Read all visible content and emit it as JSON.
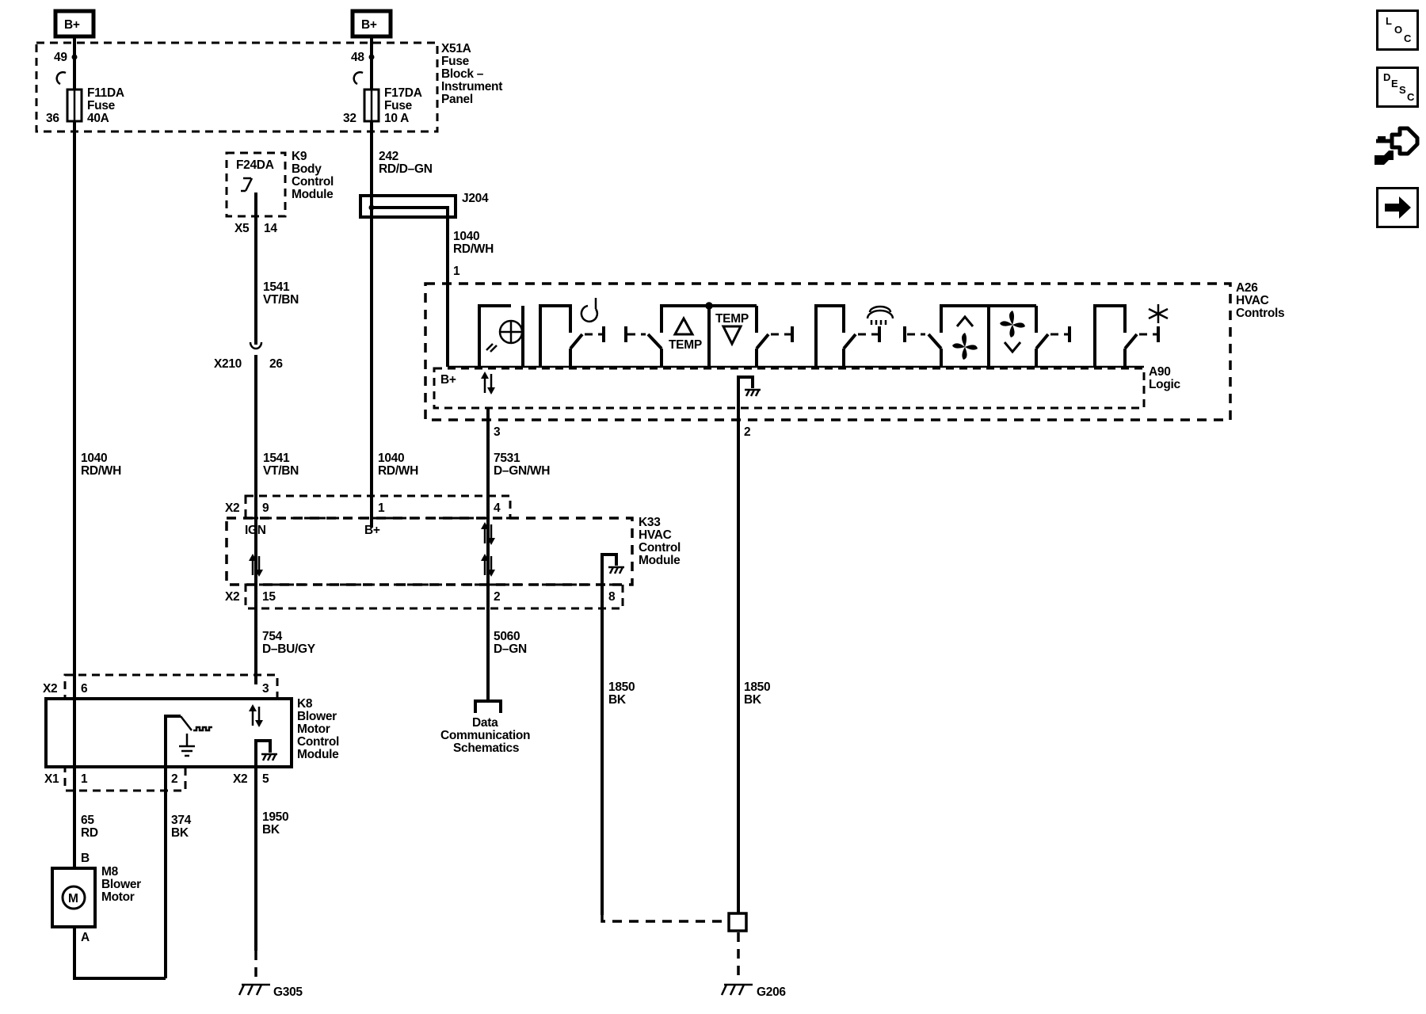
{
  "power": {
    "left_label": "B+",
    "right_label": "B+"
  },
  "fuse_block": {
    "name_lines": [
      "X51A",
      "Fuse",
      "Block –",
      "Instrument",
      "Panel"
    ],
    "fuse_left": {
      "lines": [
        "F11DA",
        "Fuse",
        "40A"
      ],
      "pin_in": "49",
      "pin_out": "36"
    },
    "fuse_right": {
      "lines": [
        "F17DA",
        "Fuse",
        "10 A"
      ],
      "pin_in": "48",
      "pin_out": "32"
    }
  },
  "bcm": {
    "fuse": "F24DA",
    "name_lines": [
      "K9",
      "Body",
      "Control",
      "Module"
    ],
    "connector": "X5",
    "pin": "14"
  },
  "inline_connector": {
    "name": "X210",
    "pin": "26"
  },
  "splice": {
    "name": "J204"
  },
  "wires": {
    "w242": [
      "242",
      "RD/D–GN"
    ],
    "w1040_top": [
      "1040",
      "RD/WH"
    ],
    "w1541_top": [
      "1541",
      "VT/BN"
    ],
    "w1040_left": [
      "1040",
      "RD/WH"
    ],
    "w1541_mid": [
      "1541",
      "VT/BN"
    ],
    "w1040_mid": [
      "1040",
      "RD/WH"
    ],
    "w7531": [
      "7531",
      "D–GN/WH"
    ],
    "w754": [
      "754",
      "D–BU/GY"
    ],
    "w5060": [
      "5060",
      "D–GN"
    ],
    "w1850_a": [
      "1850",
      "BK"
    ],
    "w1850_b": [
      "1850",
      "BK"
    ],
    "w65": [
      "65",
      "RD"
    ],
    "w374": [
      "374",
      "BK"
    ],
    "w1950": [
      "1950",
      "BK"
    ]
  },
  "hvac_controls": {
    "name_lines": [
      "A26",
      "HVAC",
      "Controls"
    ],
    "logic_lines": [
      "A90",
      "Logic"
    ],
    "bplus": "B+",
    "pin_1": "1",
    "pin_3": "3",
    "pin_2": "2",
    "temp_up": "TEMP",
    "temp_down": "TEMP"
  },
  "hvac_module": {
    "name_lines": [
      "K33",
      "HVAC",
      "Control",
      "Module"
    ],
    "connector_top": "X2",
    "connector_bottom": "X2",
    "pins_top": [
      "9",
      "1",
      "4"
    ],
    "pins_bottom": [
      "15",
      "2",
      "8"
    ],
    "ign": "IGN",
    "bplus": "B+"
  },
  "blower_module": {
    "name_lines": [
      "K8",
      "Blower",
      "Motor",
      "Control",
      "Module"
    ],
    "connector_top": "X2",
    "pin_top_left": "6",
    "pin_top_right": "3",
    "connector_x1": "X1",
    "connector_x2": "X2",
    "pin_1": "1",
    "pin_2": "2",
    "pin_5": "5"
  },
  "blower_motor": {
    "symbol": "M",
    "name_lines": [
      "M8",
      "Blower",
      "Motor"
    ],
    "pin_b": "B",
    "pin_a": "A"
  },
  "data_comm": [
    "Data",
    "Communication",
    "Schematics"
  ],
  "grounds": {
    "left": "G305",
    "right": "G206"
  },
  "nav_buttons": {
    "loc": [
      "L",
      "O",
      "C"
    ],
    "desc": [
      "D",
      "E",
      "S",
      "C"
    ]
  }
}
